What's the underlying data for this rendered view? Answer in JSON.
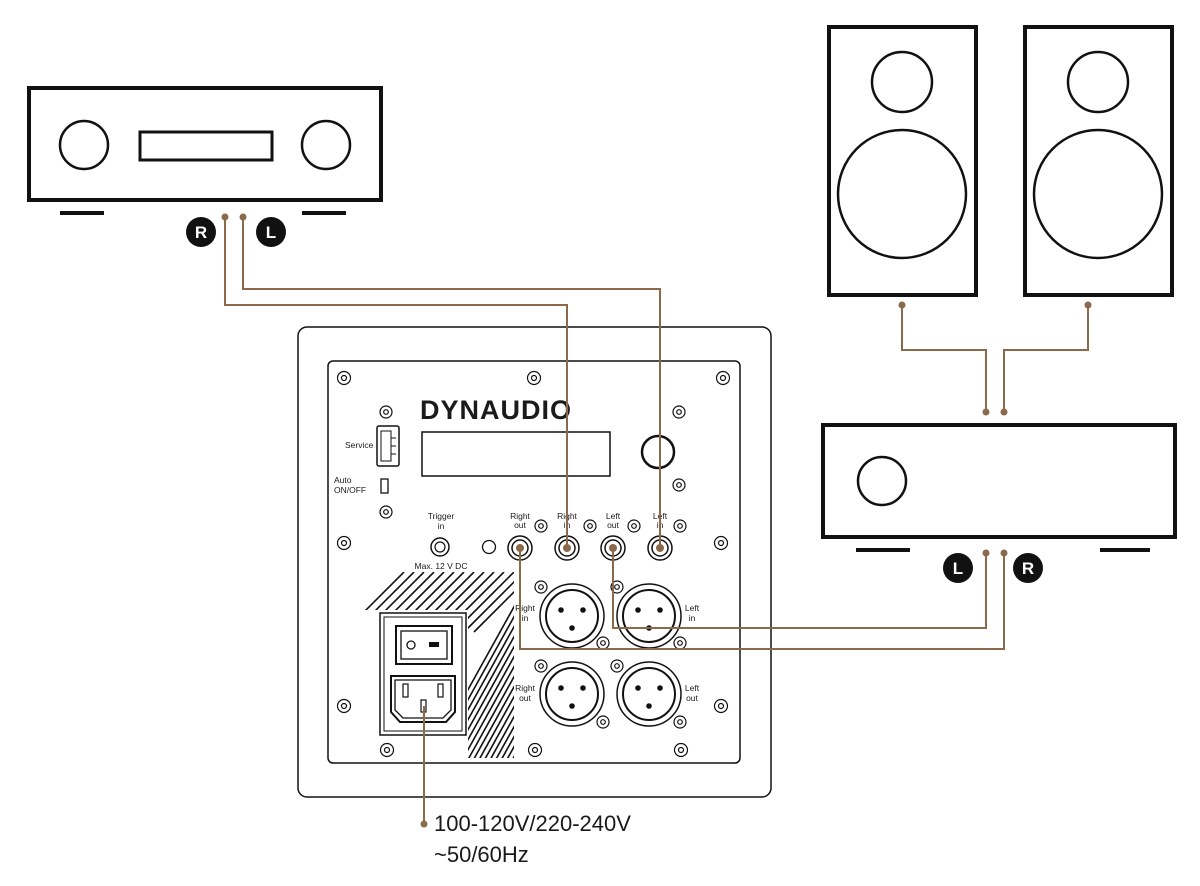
{
  "brand": "DYNAUDIO",
  "panel": {
    "service": "Service",
    "auto_1": "Auto",
    "auto_2": "ON/OFF",
    "trigger_1": "Trigger",
    "trigger_2": "in",
    "max_dc": "Max. 12 V DC",
    "rca_right_out_1": "Right",
    "rca_right_out_2": "out",
    "rca_right_in_1": "Right",
    "rca_right_in_2": "in",
    "rca_left_out_1": "Left",
    "rca_left_out_2": "out",
    "rca_left_in_1": "Left",
    "rca_left_in_2": "in",
    "xlr_right_in_1": "Right",
    "xlr_right_in_2": "in",
    "xlr_left_in_1": "Left",
    "xlr_left_in_2": "in",
    "xlr_right_out_1": "Right",
    "xlr_right_out_2": "out",
    "xlr_left_out_1": "Left",
    "xlr_left_out_2": "out"
  },
  "power": {
    "voltage": "100-120V/220-240V",
    "frequency": "~50/60Hz"
  },
  "badges": {
    "source_right": "R",
    "source_left": "L",
    "amp_left": "L",
    "amp_right": "R"
  }
}
